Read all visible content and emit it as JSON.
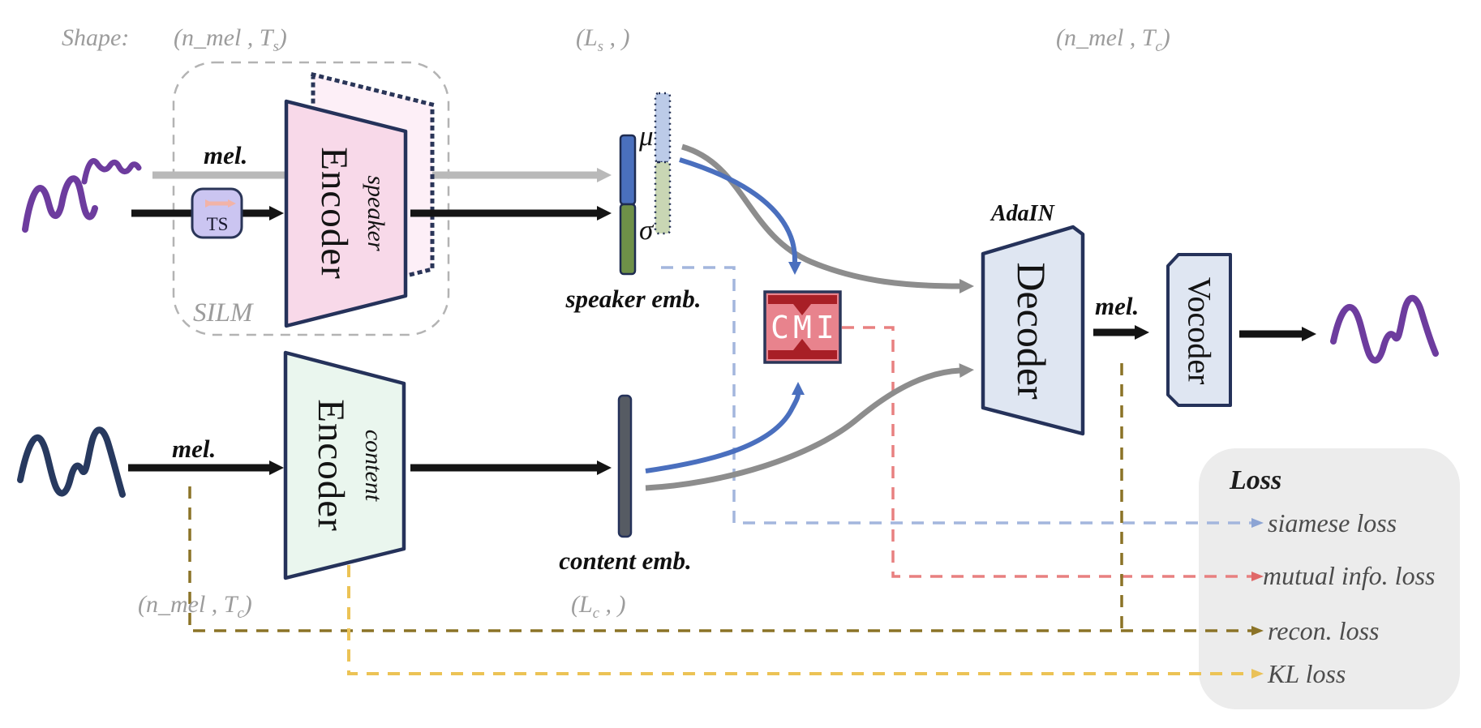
{
  "shape_labels": {
    "prefix": "Shape:",
    "top_speaker": {
      "pre": "(n_mel , T",
      "sub": "s",
      "post": ")"
    },
    "speaker_vec": {
      "pre": "(L",
      "sub": "s",
      "post": " , )"
    },
    "top_right": {
      "pre": "(n_mel , T",
      "sub": "c",
      "post": ")"
    },
    "bottom_left": {
      "pre": "(n_mel , T",
      "sub": "c",
      "post": ")"
    },
    "content_vec": {
      "pre": "(L",
      "sub": "c",
      "post": " , )"
    }
  },
  "silm": {
    "label": "SILM",
    "ts_label": "TS"
  },
  "speaker_branch": {
    "mel_label": "mel.",
    "encoder_title": "Encoder",
    "encoder_subtitle": "speaker",
    "mu_label": "μ",
    "sigma_label": "σ",
    "embedding_label": "speaker emb."
  },
  "content_branch": {
    "mel_label": "mel.",
    "encoder_title": "Encoder",
    "encoder_subtitle": "content",
    "embedding_label": "content emb."
  },
  "cmi": {
    "label": "CMI"
  },
  "decoder": {
    "adain_label": "AdaIN",
    "title": "Decoder",
    "mel_label": "mel."
  },
  "vocoder": {
    "title": "Vocoder"
  },
  "legend": {
    "title": "Loss",
    "items": [
      {
        "label": "siamese loss",
        "color": "#8ca4d4"
      },
      {
        "label": "mutual info. loss",
        "color": "#e06868"
      },
      {
        "label": "recon. loss",
        "color": "#8b7327"
      },
      {
        "label": "KL loss",
        "color": "#eac157"
      }
    ]
  },
  "colors": {
    "speaker_encoder_fill": "#f8d9e9",
    "content_encoder_fill": "#eaf6ee",
    "decoder_fill": "#dfe6f2",
    "cmi_fill": "#e8838d",
    "mu_fill": "#4a70bd",
    "sigma_fill": "#6e9048",
    "outline_navy": "#25325a"
  }
}
